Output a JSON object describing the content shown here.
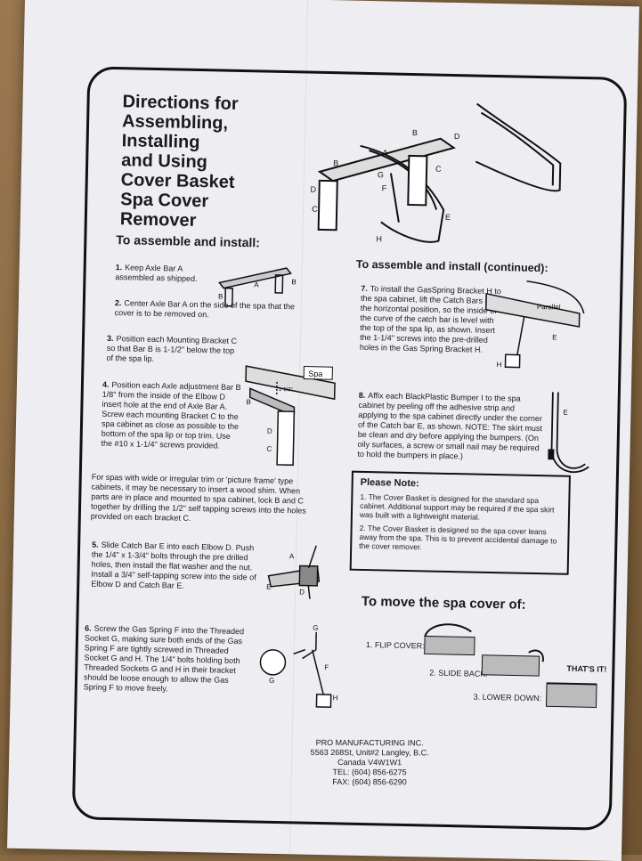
{
  "title": "Directions for\nAssembling,\nInstalling\nand Using\nCover Basket\nSpa Cover\nRemover",
  "section_left_heading": "To assemble and install:",
  "section_right_heading": "To assemble and install (continued):",
  "steps_left": [
    {
      "num": "1.",
      "text": "Keep Axle Bar A assembled as shipped."
    },
    {
      "num": "2.",
      "text": "Center Axle Bar A on the side of the spa that the cover is to be removed on."
    },
    {
      "num": "3.",
      "text": "Position each Mounting Bracket C so that Bar B is 1-1/2\" below the top of the spa lip."
    },
    {
      "num": "4.",
      "text": "Position each Axle adjustment Bar B 1/8\" from the inside of the Elbow D insert hole at the end of Axle Bar A. Screw each mounting Bracket C to the spa cabinet as close as possible to the bottom of the spa lip or top trim. Use the #10 x 1-1/4\" screws provided."
    },
    {
      "num": "",
      "text": "For spas with wide or irregular trim or 'picture frame' type cabinets, it may be necessary to insert a wood shim. When parts are in place and mounted to spa cabinet, lock B and C together by drilling the 1/2\" self tapping screws into the holes provided on each bracket C."
    },
    {
      "num": "5.",
      "text": "Slide Catch Bar E into each Elbow D. Push the 1/4\" x 1-3/4\" bolts through the pre drilled holes, then install the flat washer and the nut. Install a 3/4\" self-tapping screw into the side of Elbow D and Catch Bar E."
    },
    {
      "num": "6.",
      "text": "Screw the Gas Spring F into the Threaded Socket G, making sure both ends of the Gas Spring F are tightly screwed in Threaded Socket G and H. The 1/4\" bolts holding both Threaded Sockets G and H in their bracket should be loose enough to allow the Gas Spring F to move freely."
    }
  ],
  "steps_right": [
    {
      "num": "7.",
      "text": "To install the GasSpring Bracket H to the spa cabinet, lift the Catch Bars E to the horizontal position, so the inside of the curve of the catch bar is level with the top of the spa lip, as shown. Insert the 1-1/4\" screws into the pre-drilled holes in the Gas Spring Bracket H."
    },
    {
      "num": "8.",
      "text": "Affix each BlackPlastic Bumper I to the spa cabinet by peeling off the adhesive strip and applying to the spa cabinet directly under the corner of the Catch bar E, as shown. NOTE: The skirt must be clean and dry before applying the bumpers. (On oily surfaces, a screw or small nail may be required to hold the bumpers in place.)"
    }
  ],
  "note": {
    "title": "Please Note:",
    "items": [
      "1. The Cover Basket is designed for the standard spa cabinet. Additional support may be required if the spa skirt was built with a lightweight material.",
      "2. The Cover Basket is designed so the spa cover leans away from the spa. This is to prevent accidental damage to the cover remover."
    ]
  },
  "mover": {
    "title": "To move the spa cover of:",
    "steps": [
      "1. FLIP COVER:",
      "2. SLIDE BACK:",
      "3. LOWER DOWN:"
    ],
    "done": "THAT'S IT!"
  },
  "diagram_labels": {
    "spa": "Spa",
    "parallel": "Parallel",
    "measure": "1-1/2\""
  },
  "footer": {
    "company": "PRO MANUFACTURING INC.",
    "address1": "5563 268St, Unit#2 Langley, B.C.",
    "address2": "Canada V4W1W1",
    "tel": "TEL: (604) 856-6275",
    "fax": "FAX: (604) 856-6290"
  }
}
